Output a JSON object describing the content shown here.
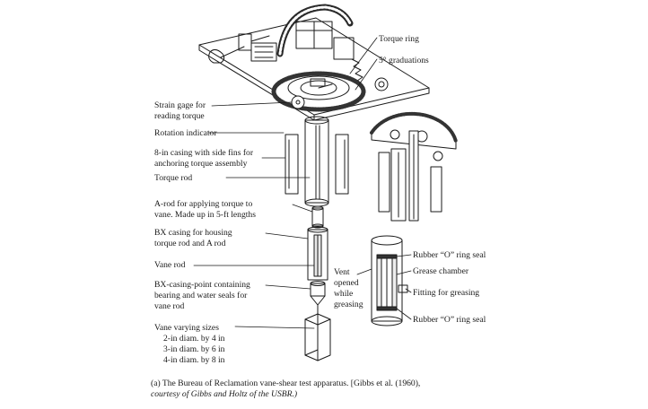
{
  "labels_left": [
    {
      "id": "strain-gage",
      "lines": [
        "Strain gage for",
        "reading torque"
      ]
    },
    {
      "id": "rotation-indicator",
      "lines": [
        "Rotation indicator"
      ]
    },
    {
      "id": "casing-side-fins",
      "lines": [
        "8-in casing with side fins for",
        "anchoring torque assembly"
      ]
    },
    {
      "id": "torque-rod",
      "lines": [
        "Torque rod"
      ]
    },
    {
      "id": "a-rod",
      "lines": [
        "A-rod for applying torque to",
        "vane. Made up in 5-ft lengths"
      ]
    },
    {
      "id": "bx-casing",
      "lines": [
        "BX casing for housing",
        "torque rod and A rod"
      ]
    },
    {
      "id": "vane-rod",
      "lines": [
        "Vane rod"
      ]
    },
    {
      "id": "bx-casing-point",
      "lines": [
        "BX-casing-point containing",
        "bearing and water seals for",
        "vane rod"
      ]
    },
    {
      "id": "vane-sizes",
      "lines": [
        "Vane varying sizes",
        "2-in diam. by 4 in",
        "3-in diam. by 6 in",
        "4-in diam. by 8 in"
      ]
    }
  ],
  "labels_right": [
    {
      "id": "torque-ring",
      "lines": [
        "Torque ring"
      ]
    },
    {
      "id": "graduations",
      "lines": [
        "5° graduations"
      ]
    },
    {
      "id": "rubber-o-ring-top",
      "lines": [
        "Rubber “O” ring seal"
      ]
    },
    {
      "id": "grease-chamber",
      "lines": [
        "Grease chamber"
      ]
    },
    {
      "id": "fitting-greasing",
      "lines": [
        "Fitting for greasing"
      ]
    },
    {
      "id": "rubber-o-ring-bottom",
      "lines": [
        "Rubber “O” ring seal"
      ]
    }
  ],
  "labels_center": [
    {
      "id": "vent",
      "lines": [
        "Vent",
        "opened",
        "while",
        "greasing"
      ]
    }
  ],
  "caption": {
    "line1": "(a) The Bureau of Reclamation vane-shear test apparatus. [Gibbs et al. (1960),",
    "line2": "courtesy of Gibbs and Holtz of the USBR.)"
  }
}
